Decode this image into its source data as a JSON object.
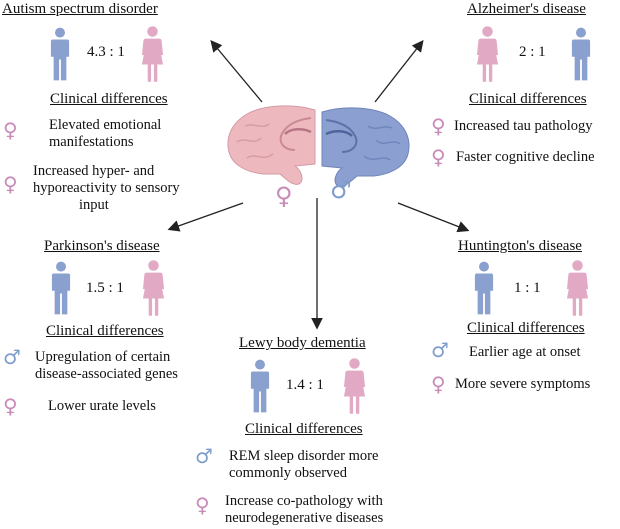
{
  "colors": {
    "male": "#8aa1cf",
    "female": "#e2a9c4",
    "female_symbol": "#c98ab8",
    "male_symbol": "#7e9ccc",
    "brain_left": "#edb9bf",
    "brain_right": "#8b9fd0",
    "arrow": "#222222"
  },
  "symbols": {
    "female": "♀",
    "male": "♂"
  },
  "center": {
    "female_symbol": "♀",
    "male_symbol": "♂"
  },
  "diseases": {
    "asd": {
      "title": "Autism spectrum disorder",
      "ratio": "4.3 : 1",
      "subtitle": "Clinical differences",
      "items": [
        {
          "sex": "female",
          "lines": [
            "Elevated emotional",
            "manifestations"
          ]
        },
        {
          "sex": "female",
          "lines": [
            "Increased hyper- and",
            "hyporeactivity to sensory",
            "input"
          ]
        }
      ]
    },
    "alzheimers": {
      "title": "Alzheimer's disease",
      "ratio": "2 : 1",
      "subtitle": "Clinical differences",
      "items": [
        {
          "sex": "female",
          "lines": [
            "Increased tau pathology"
          ]
        },
        {
          "sex": "female",
          "lines": [
            "Faster cognitive decline"
          ]
        }
      ]
    },
    "parkinsons": {
      "title": "Parkinson's disease",
      "ratio": "1.5 : 1",
      "subtitle": "Clinical differences",
      "items": [
        {
          "sex": "male",
          "lines": [
            "Upregulation of certain",
            "disease-associated genes"
          ]
        },
        {
          "sex": "female",
          "lines": [
            "Lower urate levels"
          ]
        }
      ]
    },
    "huntingtons": {
      "title": "Huntington's disease",
      "ratio": "1 : 1",
      "subtitle": "Clinical differences",
      "items": [
        {
          "sex": "male",
          "lines": [
            "Earlier age at onset"
          ]
        },
        {
          "sex": "female",
          "lines": [
            "More severe symptoms"
          ]
        }
      ]
    },
    "lewy": {
      "title": "Lewy body dementia",
      "ratio": "1.4 : 1",
      "subtitle": "Clinical differences",
      "items": [
        {
          "sex": "male",
          "lines": [
            "REM sleep disorder more",
            "commonly observed"
          ]
        },
        {
          "sex": "female",
          "lines": [
            "Increase co-pathology with",
            "neurodegenerative diseases"
          ]
        }
      ]
    }
  }
}
